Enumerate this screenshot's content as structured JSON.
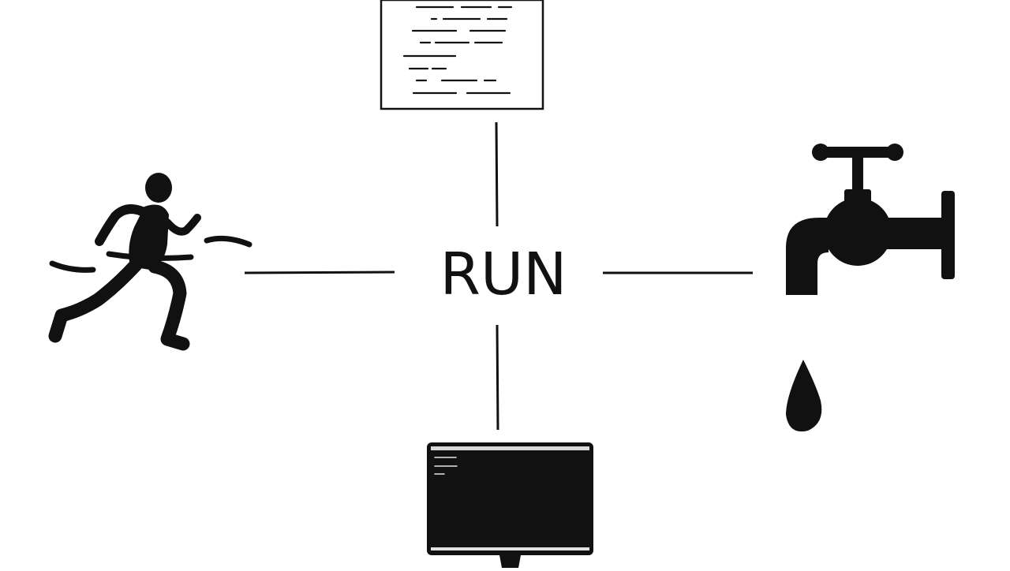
{
  "diagram": {
    "center_label": "RUN",
    "nodes": [
      {
        "id": "document",
        "icon": "document-icon"
      },
      {
        "id": "runner",
        "icon": "runner-icon"
      },
      {
        "id": "faucet",
        "icon": "faucet-icon"
      },
      {
        "id": "computer",
        "icon": "computer-monitor-icon"
      }
    ],
    "colors": {
      "background": "#ffffff",
      "ink": "#111111"
    }
  }
}
